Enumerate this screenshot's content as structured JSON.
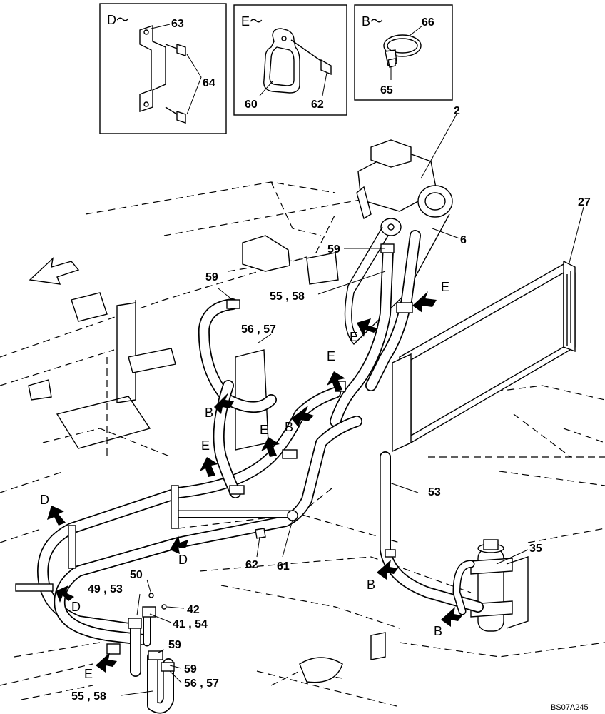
{
  "detail_boxes": {
    "D": {
      "title": "D～",
      "labels": [
        "63",
        "64"
      ]
    },
    "E": {
      "title": "E～",
      "labels": [
        "60",
        "62"
      ]
    },
    "B": {
      "title": "B～",
      "labels": [
        "66",
        "65"
      ]
    }
  },
  "part_labels": {
    "p2": "2",
    "p27": "27",
    "p6": "6",
    "p59a": "59",
    "p59b": "59",
    "p55_58a": "55 , 58",
    "p56_57a": "56 , 57",
    "p53": "53",
    "p35": "35",
    "p62": "62",
    "p61": "61",
    "p50": "50",
    "p49_53": "49 , 53",
    "p42": "42",
    "p41_54": "41 , 54",
    "p59c": "59",
    "p59d": "59",
    "p56_57b": "56 , 57",
    "p55_58b": "55 , 58"
  },
  "view_letters": {
    "e1": "E",
    "e2": "E",
    "e3": "E",
    "e4": "E",
    "e5": "E",
    "e6": "E",
    "b1": "B",
    "b2": "B",
    "b3": "B",
    "b4": "B",
    "d1": "D",
    "d2": "D",
    "d3": "D"
  },
  "doc_code": "BS07A245",
  "icons": {
    "direction_arrow": "front-direction-arrow",
    "view_arrow": "view-indicator-arrow"
  }
}
